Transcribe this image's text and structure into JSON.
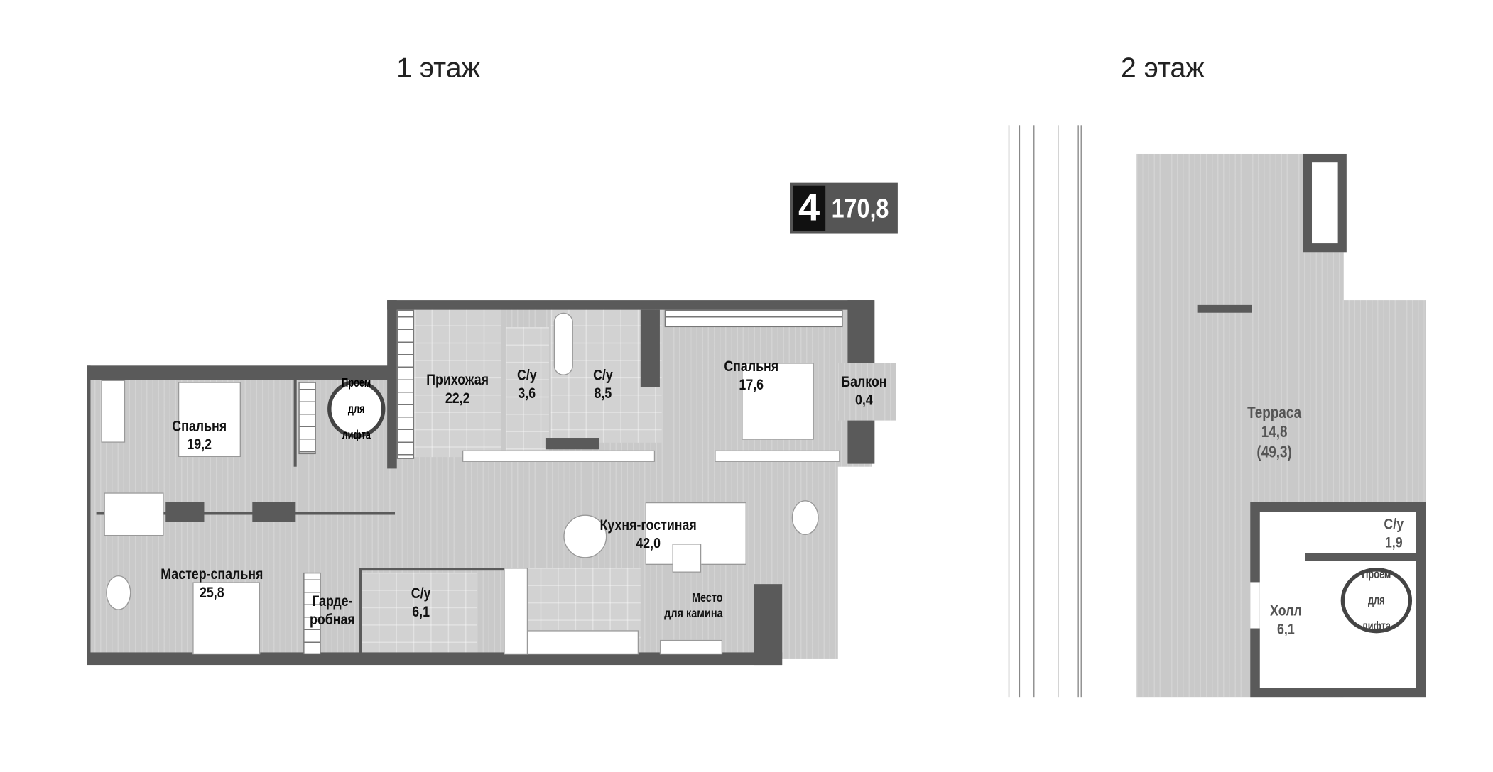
{
  "floor1": {
    "title": "1 этаж",
    "badge": {
      "rooms": "4",
      "area": "170,8"
    },
    "elevator_label": [
      "Проем",
      "для",
      "лифта"
    ],
    "rooms": [
      {
        "name": "Спальня",
        "area": "19,2"
      },
      {
        "name": "Прихожая",
        "area": "22,2"
      },
      {
        "name": "С/у",
        "area": "3,6"
      },
      {
        "name": "С/у",
        "area": "8,5"
      },
      {
        "name": "Спальня",
        "area": "17,6"
      },
      {
        "name": "Балкон",
        "area": "0,4"
      },
      {
        "name": "Кухня-гостиная",
        "area": "42,0"
      },
      {
        "name": "Мастер-спальня",
        "area": "25,8"
      },
      {
        "name": "Гарде-",
        "area": "робная"
      },
      {
        "name": "С/у",
        "area": "6,1"
      },
      {
        "name": "Место",
        "area": "для камина"
      }
    ]
  },
  "floor2": {
    "title": "2 этаж",
    "elevator_label": [
      "Проем",
      "для",
      "лифта"
    ],
    "terrace": {
      "name": "Терраса",
      "area": "14,8",
      "area_total": "(49,3)"
    },
    "rooms": [
      {
        "name": "С/у",
        "area": "1,9"
      },
      {
        "name": "Холл",
        "area": "6,1"
      }
    ]
  },
  "colors": {
    "wall": "#5a5a5a",
    "floor": "#c9c9c9",
    "badge": "#555555"
  }
}
